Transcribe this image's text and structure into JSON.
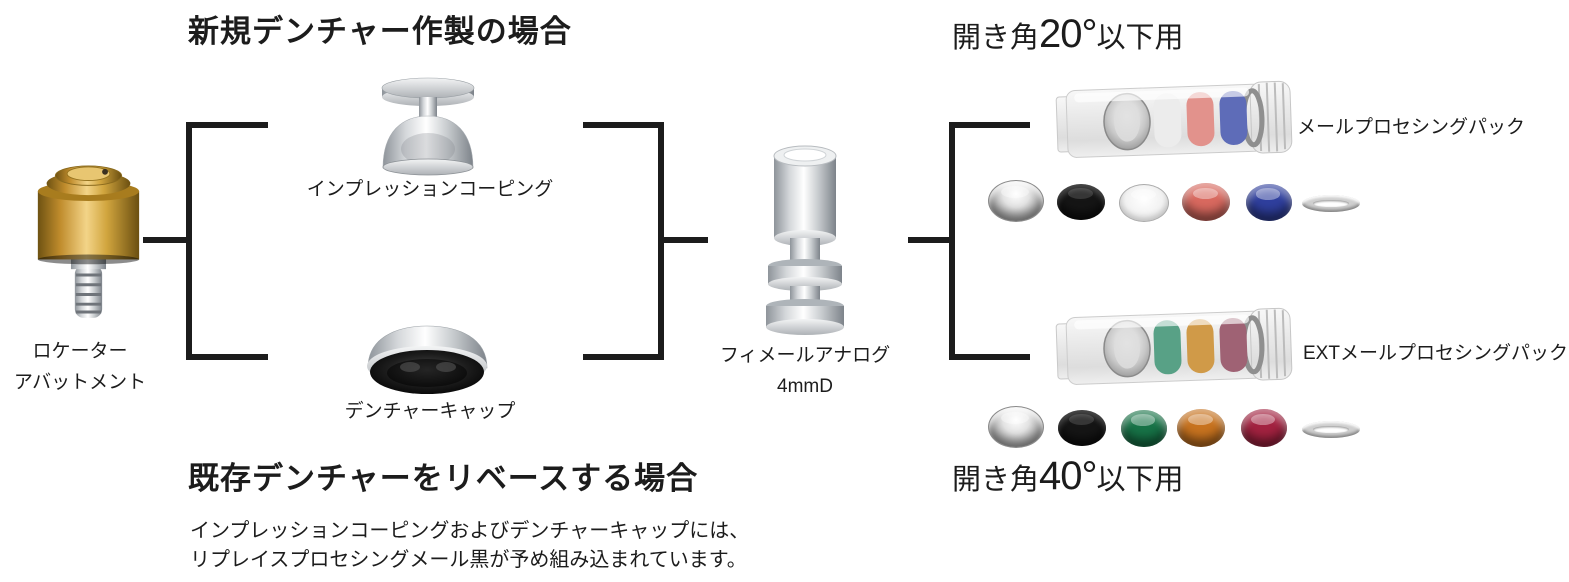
{
  "page": {
    "background": "#ffffff",
    "text_color": "#1c1c1c",
    "line_color": "#1c1c1c"
  },
  "sections": {
    "new_denture_title": "新規デンチャー作製の場合",
    "rebase_title": "既存デンチャーをリベースする場合",
    "angle20": {
      "prefix": "開き角",
      "value": "20°",
      "suffix": "以下用"
    },
    "angle40": {
      "prefix": "開き角",
      "value": "40°",
      "suffix": "以下用"
    },
    "note_line1": "インプレッションコーピングおよびデンチャーキャップには、",
    "note_line2": "リプレイスプロセシングメール黒が予め組み込まれています。"
  },
  "parts": {
    "abutment": {
      "label_line1": "ロケーター",
      "label_line2": "アバットメント"
    },
    "impression_coping": {
      "label": "インプレッションコーピング"
    },
    "denture_cap": {
      "label": "デンチャーキャップ"
    },
    "female_analog": {
      "label_line1": "フィメールアナログ",
      "label_line2": "4mmD"
    },
    "pack20": {
      "label": "メールプロセシングパック",
      "items": [
        "metal-denture-cap",
        "black-processing-male",
        "clear-male",
        "pink-male",
        "blue-male",
        "block-out-spacer"
      ]
    },
    "pack40": {
      "label": "EXTメールプロセシングパック",
      "items": [
        "metal-denture-cap",
        "black-processing-male",
        "green-ext-male",
        "orange-ext-male",
        "red-ext-male",
        "block-out-spacer"
      ]
    }
  },
  "colors": {
    "line": "#1c1c1c",
    "silver": "#c4c7cb",
    "gold": "#c9992f",
    "black_cap": "#151515",
    "clear_cap": "#f1f1f1",
    "pink": "#d9695f",
    "blue": "#2f3f9e",
    "green": "#177347",
    "orange": "#c8731f",
    "red": "#a32240",
    "tube_white": "#ececec",
    "tube_pink": "#e2928c",
    "tube_blue": "#5e6cb8",
    "tube_green": "#58a186",
    "tube_orange": "#d09a48",
    "tube_maroon": "#9f6274"
  }
}
